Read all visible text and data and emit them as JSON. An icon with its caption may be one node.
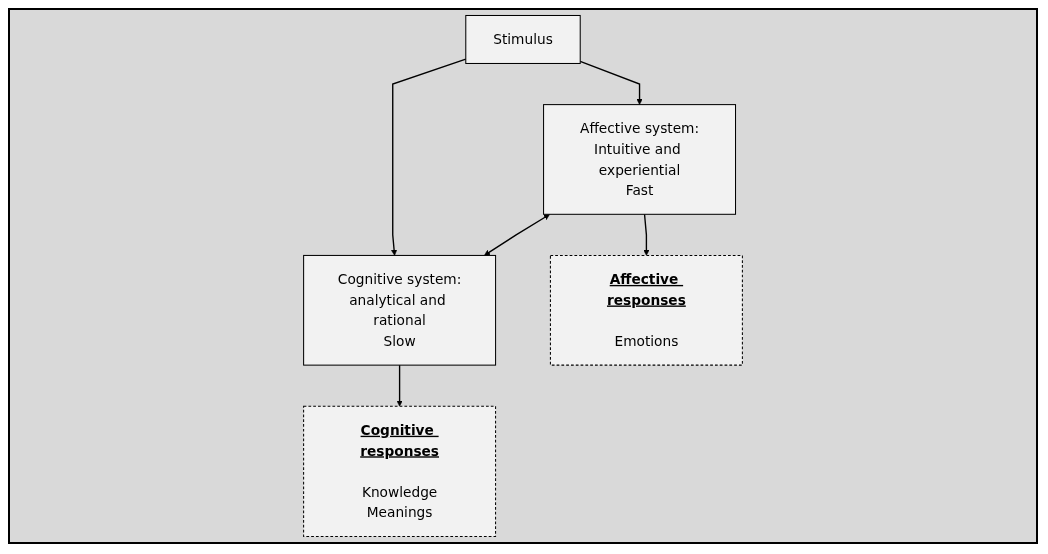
{
  "diagram": {
    "nodes": [
      {
        "text": [
          "Stimulus"
        ]
      },
      {
        "text": [
          "Affective system:",
          "Intuitive and experiential",
          "Fast"
        ]
      },
      {
        "text": [
          "Cognitive system:",
          "analytical and rational",
          "Slow"
        ]
      },
      {
        "text": [
          "Affective responses",
          "Emotions"
        ]
      },
      {
        "text": [
          "Cognitive responses",
          "Knowledge",
          "Meanings"
        ]
      }
    ],
    "edges": [
      {
        "from": 0,
        "to": 1,
        "arrow": "to"
      },
      {
        "from": 0,
        "to": 2,
        "arrow": "to"
      },
      {
        "from": 1,
        "to": 2,
        "arrow": "both"
      },
      {
        "from": 1,
        "to": 3,
        "arrow": "to"
      },
      {
        "from": 2,
        "to": 4,
        "arrow": "to"
      }
    ]
  }
}
